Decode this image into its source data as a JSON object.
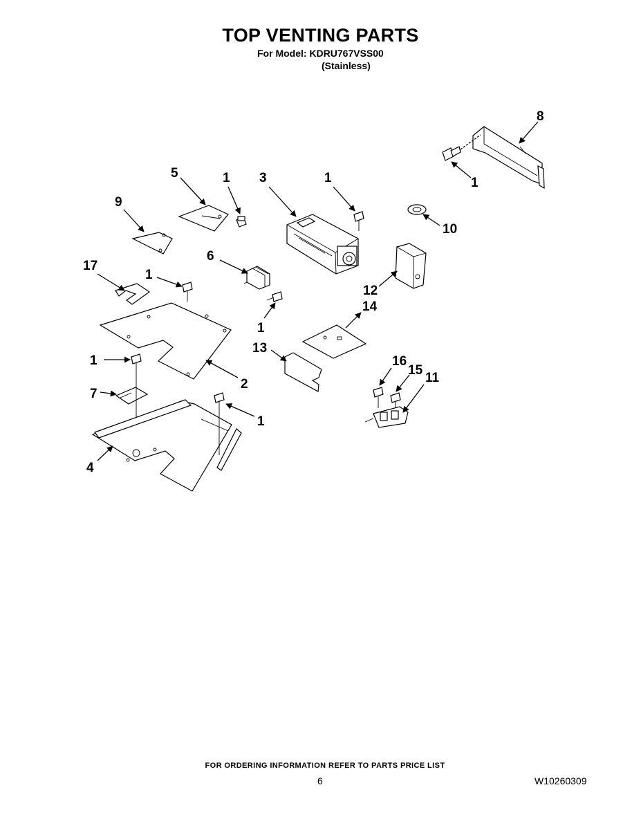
{
  "header": {
    "title": "TOP VENTING PARTS",
    "model_line": "For Model: KDRU767VSS00",
    "variant": "(Stainless)"
  },
  "callouts": {
    "c8": "8",
    "c1_top_right": "1",
    "c5": "5",
    "c1_near_5": "1",
    "c3": "3",
    "c1_near_3": "1",
    "c9": "9",
    "c10": "10",
    "c6": "6",
    "c17": "17",
    "c1_left_mid": "1",
    "c12": "12",
    "c14": "14",
    "c1_below_6": "1",
    "c13": "13",
    "c16": "16",
    "c15": "15",
    "c11": "11",
    "c1_left_low": "1",
    "c2": "2",
    "c7": "7",
    "c1_right_low": "1",
    "c4": "4"
  },
  "footer": {
    "note": "FOR ORDERING INFORMATION REFER TO PARTS PRICE LIST",
    "page_number": "6",
    "document_number": "W10260309"
  }
}
